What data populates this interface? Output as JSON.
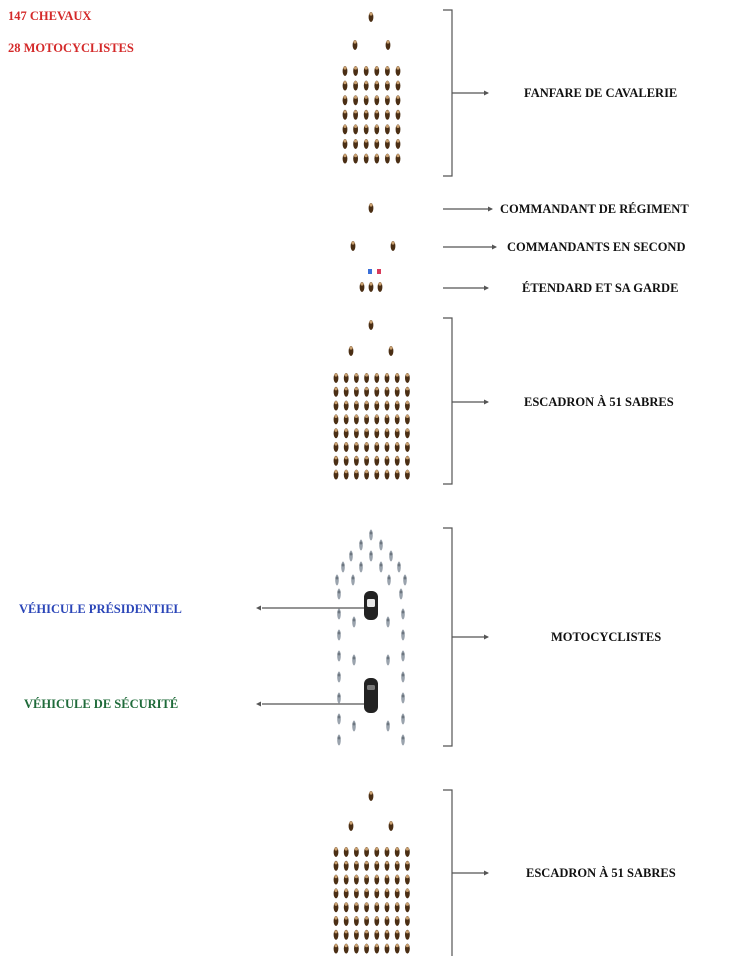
{
  "stats": {
    "horses": "147 CHEVAUX",
    "motorcyclists": "28 MOTOCYCLISTES",
    "color": "#d42a2a"
  },
  "labels": {
    "fanfare": "FANFARE DE CAVALERIE",
    "commandant": "COMMANDANT DE RÉGIMENT",
    "commandants_second": "COMMANDANTS EN SECOND",
    "etendard": "ÉTENDARD ET SA GARDE",
    "escadron_1": "ESCADRON À 51 SABRES",
    "motocyclistes": "MOTOCYCLISTES",
    "escadron_2": "ESCADRON À 51 SABRES"
  },
  "vehicles": {
    "presidential": "VÉHICULE PRÉSIDENTIEL",
    "presidential_color": "#2b46b8",
    "security": "VÉHICULE DE SÉCURITÉ",
    "security_color": "#1f6b3a"
  },
  "colors": {
    "rider": "#4a2e14",
    "motorcycle": "#9aa3ad",
    "car": "#222222",
    "line": "#555555",
    "flag_blue": "#3a6fd8",
    "flag_red": "#d83a5a"
  }
}
